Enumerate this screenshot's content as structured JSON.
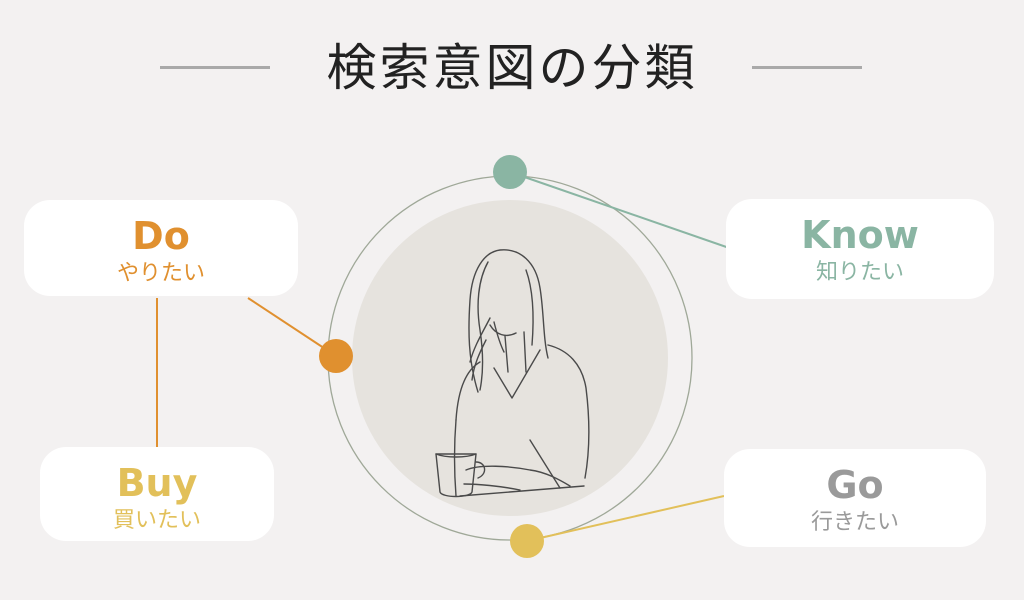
{
  "title": "検索意図の分類",
  "colors": {
    "background": "#f3f1f1",
    "do": "#e0902f",
    "buy": "#e2c05a",
    "know": "#8ab5a3",
    "go": "#9a9a9a",
    "rule": "#a9a9a9"
  },
  "categories": [
    {
      "id": "do",
      "en": "Do",
      "jp": "やりたい"
    },
    {
      "id": "buy",
      "en": "Buy",
      "jp": "買いたい"
    },
    {
      "id": "know",
      "en": "Know",
      "jp": "知りたい"
    },
    {
      "id": "go",
      "en": "Go",
      "jp": "行きたい"
    }
  ],
  "center_icon": "thinking-woman-line-art"
}
